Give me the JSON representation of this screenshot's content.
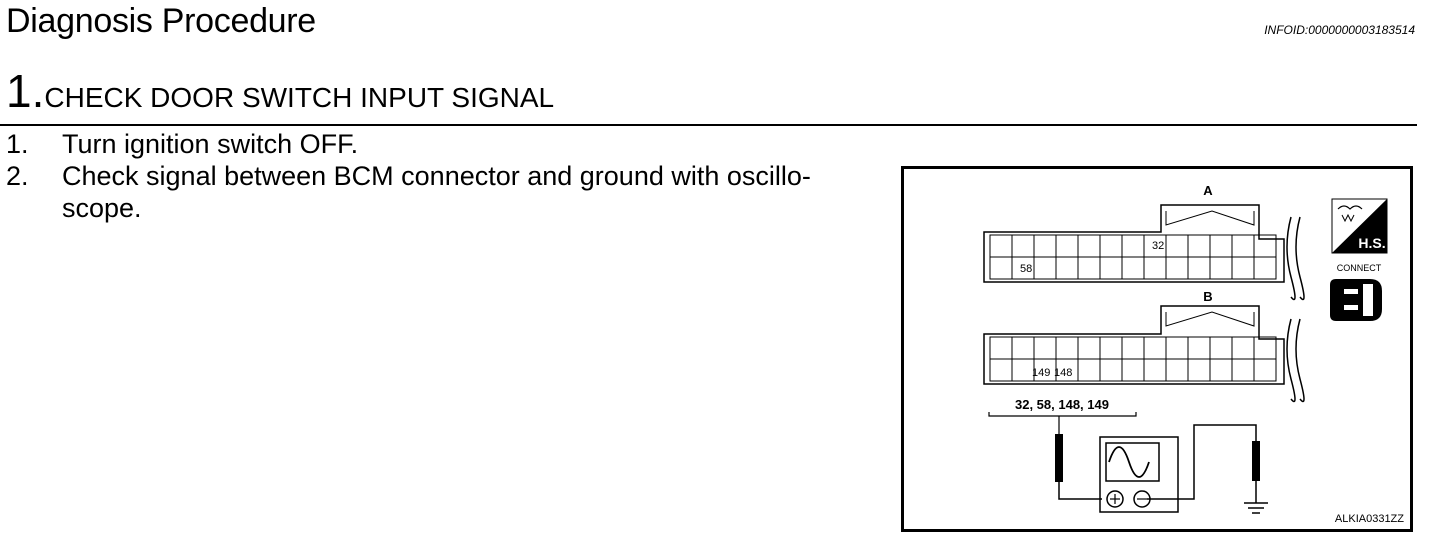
{
  "header": {
    "title": "Diagnosis Procedure",
    "infoid": "INFOID:0000000003183514"
  },
  "step": {
    "number": "1",
    "title": "CHECK DOOR SWITCH INPUT SIGNAL"
  },
  "instructions": [
    {
      "num": "1.",
      "text": "Turn ignition switch OFF."
    },
    {
      "num": "2.",
      "text": "Check signal between BCM connector and ground with oscillo-scope."
    }
  ],
  "figure": {
    "connector_a_label": "A",
    "connector_b_label": "B",
    "pin_32": "32",
    "pin_58": "58",
    "pin_149": "149",
    "pin_148": "148",
    "pins_label": "32, 58, 148, 149",
    "hs_label": "H.S.",
    "connect_label": "CONNECT",
    "figure_id": "ALKIA0331ZZ"
  }
}
